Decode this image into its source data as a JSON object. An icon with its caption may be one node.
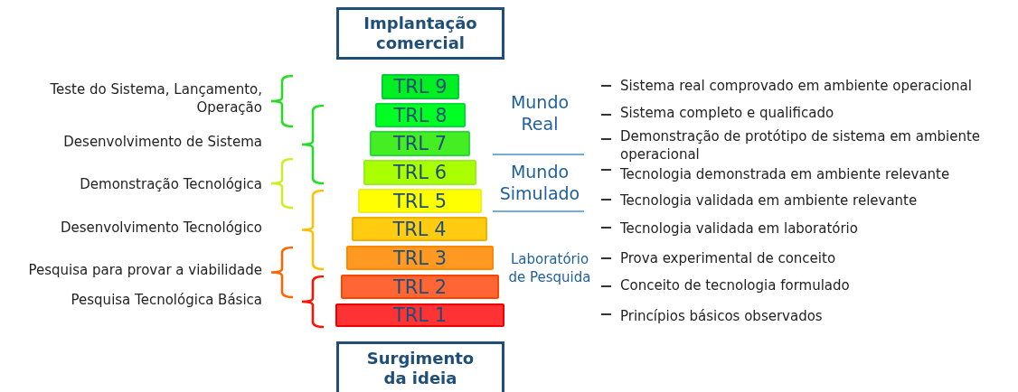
{
  "diagram": {
    "nodes": [
      {
        "text": [
          "Implantação comercial"
        ]
      },
      {
        "text": [
          "TRL 9"
        ]
      },
      {
        "text": [
          "TRL 8"
        ]
      },
      {
        "text": [
          "TRL 7"
        ]
      },
      {
        "text": [
          "TRL 6"
        ]
      },
      {
        "text": [
          "TRL 5"
        ]
      },
      {
        "text": [
          "TRL 4"
        ]
      },
      {
        "text": [
          "TRL 3"
        ]
      },
      {
        "text": [
          "TRL 2"
        ]
      },
      {
        "text": [
          "TRL 1"
        ]
      },
      {
        "text": [
          "Surgimento da ideia"
        ]
      }
    ],
    "labels": [
      "Teste do Sistema, Lançamento, Operação",
      "Desenvolvimento de Sistema",
      "Demonstração Tecnológica",
      "Desenvolvimento Tecnológico",
      "Pesquisa para provar a viabilidade",
      "Pesquisa Tecnológica Básica",
      "Mundo Real",
      "Mundo Simulado",
      "Laboratório de Pesquida",
      "Sistema real comprovado em ambiente operacional",
      "Sistema completo e qualificado",
      "Demonstração de protótipo de sistema em ambiente operacional",
      "Tecnologia demonstrada em ambiente relevante",
      "Tecnologia validada em ambiente relevante",
      "Tecnologia validada em laboratório",
      "Prova experimental de conceito",
      "Conceito de tecnologia formulado",
      "Princípios básicos observados"
    ]
  }
}
